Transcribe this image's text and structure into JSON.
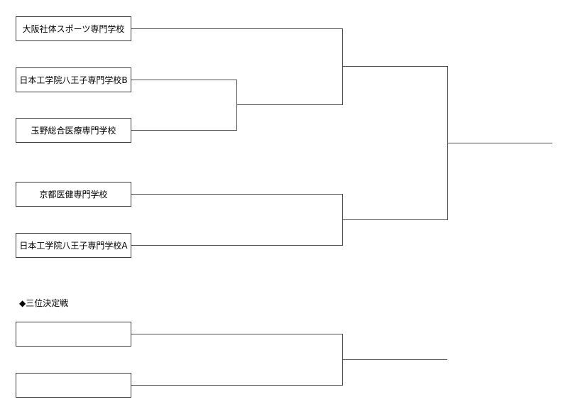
{
  "teams": [
    "大阪社体スポーツ専門学校",
    "日本工学院八王子専門学校B",
    "玉野総合医療専門学校",
    "京都医健専門学校",
    "日本工学院八王子専門学校A"
  ],
  "third_place": {
    "label": "◆三位決定戦",
    "slot1": "",
    "slot2": ""
  },
  "colors": {
    "connector": "#4d4d4d",
    "box_border": "#3a3a3a",
    "text": "#000000",
    "background": "#ffffff"
  }
}
